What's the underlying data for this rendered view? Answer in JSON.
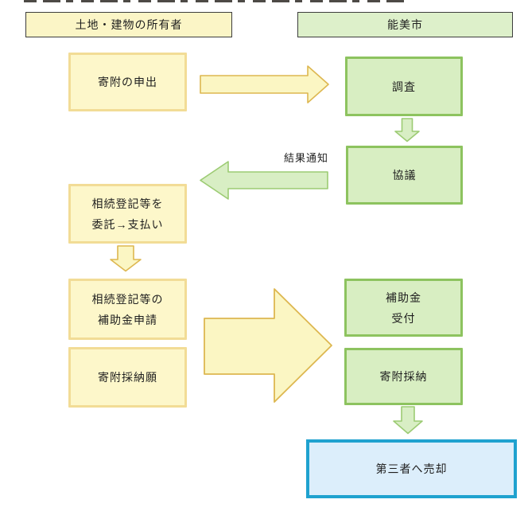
{
  "headers": {
    "owner": "土地・建物の所有者",
    "city": "能美市"
  },
  "owner_flow": {
    "box1": {
      "line1": "寄附の申出"
    },
    "box2": {
      "line1": "相続登記等を",
      "line2": "委託→支払い"
    },
    "box3": {
      "line1": "相続登記等の",
      "line2": "補助金申請"
    },
    "box4": {
      "line1": "寄附採納願"
    }
  },
  "city_flow": {
    "box1": {
      "line1": "調査"
    },
    "box2": {
      "line1": "協議"
    },
    "box3": {
      "line1": "補助金",
      "line2": "受付"
    },
    "box4": {
      "line1": "寄附採納"
    }
  },
  "final": {
    "label": "第三者へ売却"
  },
  "annotations": {
    "result_notice": "結果通知"
  },
  "colors": {
    "yellow_box_fill": "#fdf7ca",
    "yellow_box_border": "#f2dc96",
    "green_box_fill": "#d8eec2",
    "green_box_border": "#8dc35f",
    "header_yellow_fill": "#fbf5c6",
    "header_green_fill": "#ddf0ca",
    "header_border": "#3d3d3d",
    "yellow_arrow_fill": "#fbf6c3",
    "yellow_arrow_border": "#ddb750",
    "green_arrow_fill": "#d8eec4",
    "green_arrow_border": "#9ccb73",
    "blue_box_fill": "#dceefb",
    "blue_box_border": "#1fa2cf"
  }
}
